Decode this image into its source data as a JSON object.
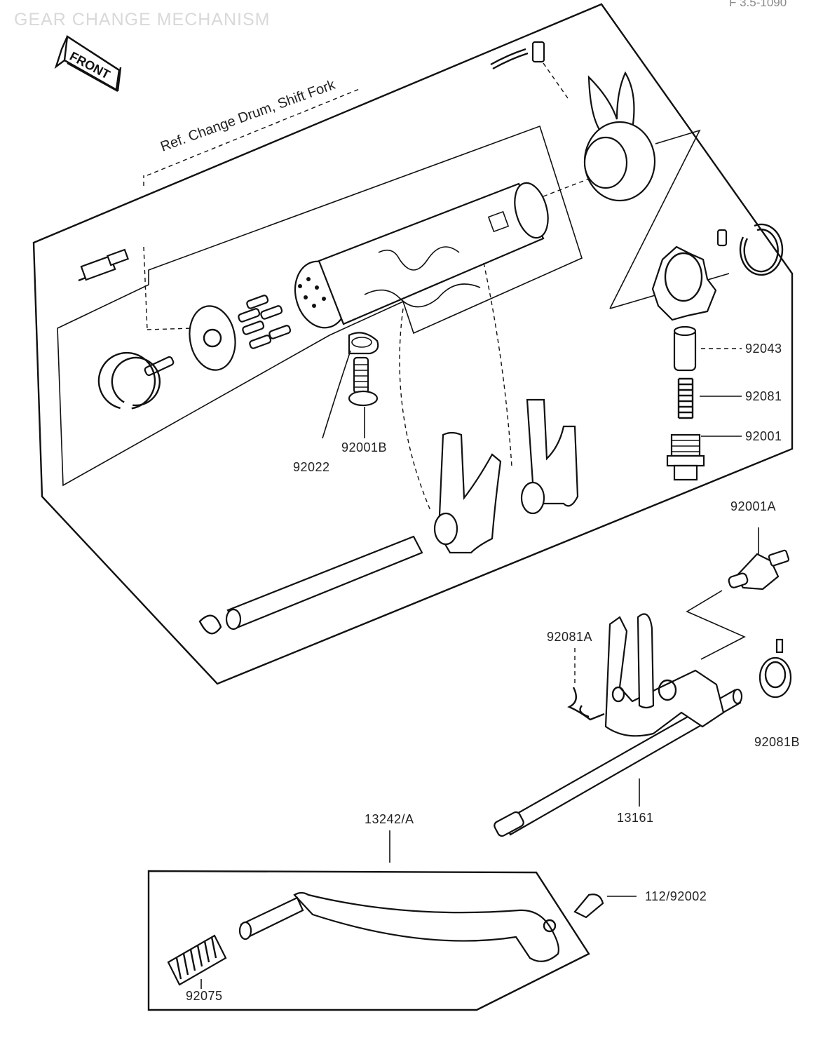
{
  "header": {
    "title": "GEAR CHANGE MECHANISM",
    "code": "F 3.5-1090"
  },
  "front_marker": {
    "label": "FRONT"
  },
  "reference_note": "Ref. Change Drum, Shift Fork",
  "parts": [
    {
      "id": "92043",
      "label": "92043"
    },
    {
      "id": "92081",
      "label": "92081"
    },
    {
      "id": "92001",
      "label": "92001"
    },
    {
      "id": "92001B",
      "label": "92001B"
    },
    {
      "id": "92022",
      "label": "92022"
    },
    {
      "id": "92001A",
      "label": "92001A"
    },
    {
      "id": "92081A",
      "label": "92081A"
    },
    {
      "id": "92081B",
      "label": "92081B"
    },
    {
      "id": "13161",
      "label": "13161"
    },
    {
      "id": "13242A",
      "label": "13242/A"
    },
    {
      "id": "112_92002",
      "label": "112/92002"
    },
    {
      "id": "92075",
      "label": "92075"
    }
  ]
}
